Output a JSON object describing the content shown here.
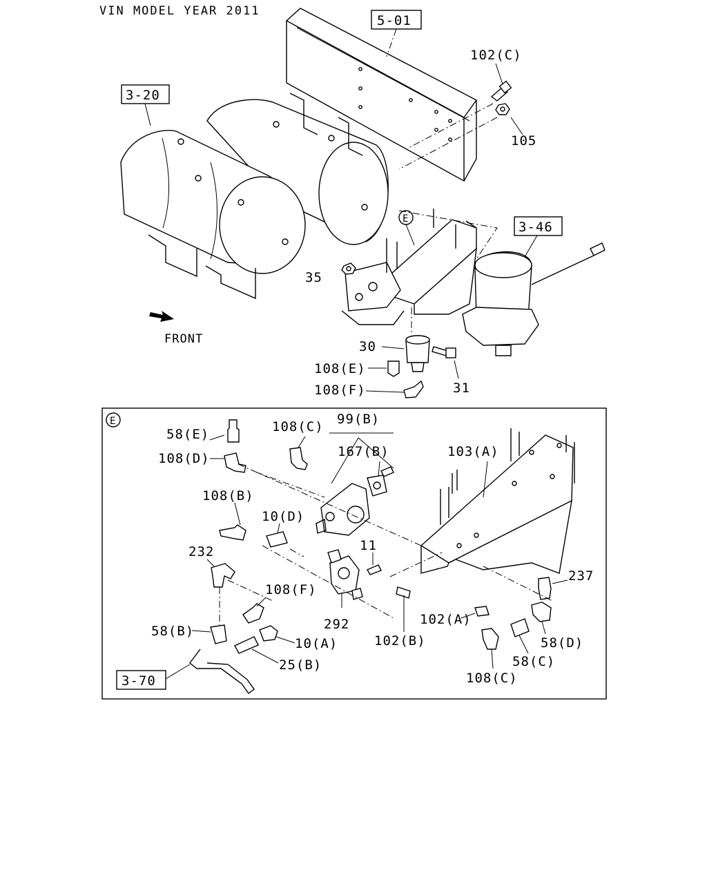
{
  "header": {
    "title": "VIN MODEL YEAR 2011"
  },
  "refs": {
    "r501": "5-01",
    "r320": "3-20",
    "r346": "3-46",
    "r370": "3-70"
  },
  "front_label": "FRONT",
  "detail_marker": "E",
  "labels": {
    "p102c_top": "102(C)",
    "p105": "105",
    "p35": "35",
    "p30": "30",
    "p108e": "108(E)",
    "p108f_top": "108(F)",
    "p31": "31",
    "p58e": "58(E)",
    "p108d": "108(D)",
    "p108c_a": "108(C)",
    "p99b": "99(B)",
    "p167b": "167(B)",
    "p103a": "103(A)",
    "p108b": "108(B)",
    "p10d": "10(D)",
    "p232": "232",
    "p11": "11",
    "p237": "237",
    "p108f_b": "108(F)",
    "p58b": "58(B)",
    "p292": "292",
    "p102a": "102(A)",
    "p10a": "10(A)",
    "p102b": "102(B)",
    "p58d": "58(D)",
    "p25b": "25(B)",
    "p58c": "58(C)",
    "p108c_b": "108(C)"
  }
}
